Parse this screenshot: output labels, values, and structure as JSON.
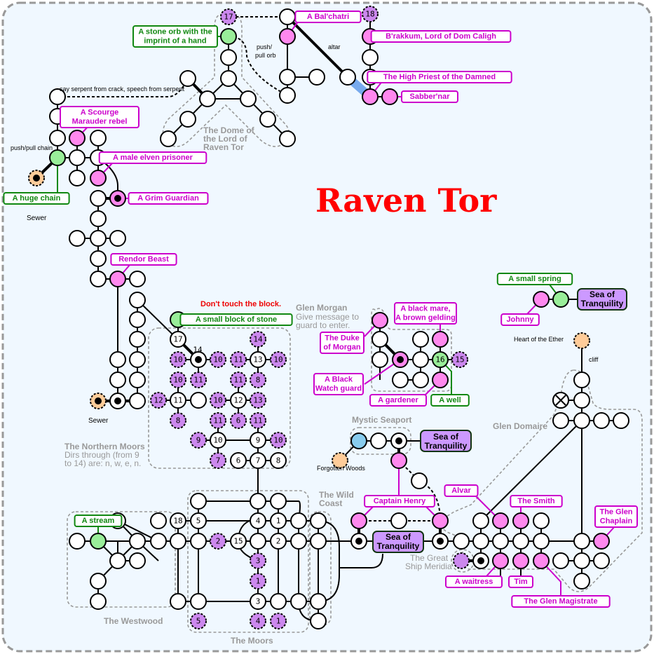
{
  "title": "Raven Tor",
  "warning": "Don't touch the block.",
  "zones": {
    "dome": [
      "The Dome of",
      "the Lord of",
      "Raven Tor"
    ],
    "glen_morgan": {
      "name": "Glen Morgan",
      "note": [
        "Give message to",
        "guard to enter."
      ]
    },
    "mystic_seaport": "Mystic Seaport",
    "northern_moors": {
      "name": "The Northern Moors",
      "note1": "Dirs through (from 9",
      "note2": "to 14) are: n, w, e, n."
    },
    "westwood": "The Westwood",
    "moors": "The Moors",
    "wild_coast": [
      "The Wild",
      "Coast"
    ],
    "great_ship": [
      "The Great",
      "Ship Meridia"
    ],
    "glen_domaire": "Glen Domaire"
  },
  "places": {
    "sewer_top": "Sewer",
    "sewer_bottom": "Sewer",
    "forgotten_woods": "Forgotten Woods",
    "heart_ether": "Heart of the Ether"
  },
  "actions": {
    "serpent": "say serpent from crack, speech from serpent",
    "chain": "push/pull chain",
    "orb1": "push/",
    "orb2": "pull orb",
    "altar": "altar",
    "cliff": "cliff"
  },
  "npcs": {
    "scourge": [
      "A Scourge",
      "Marauder rebel"
    ],
    "elven": "A male elven prisoner",
    "grim": "A Grim Guardian",
    "balchatri": "A Bal'chatri",
    "brakkum": "B'rakkum, Lord of Dom Caligh",
    "high_priest": "The High Priest of the Damned",
    "sabbernar": "Sabber'nar",
    "rendor": "Rendor Beast",
    "duke": [
      "The Duke",
      "of Morgan"
    ],
    "mare": [
      "A black mare,",
      "A brown gelding"
    ],
    "black_watch": [
      "A Black",
      "Watch guard"
    ],
    "gardener": "A gardener",
    "johnny": "Johnny",
    "captain": "Captain Henry",
    "alvar": "Alvar",
    "smith": "The Smith",
    "chaplain": [
      "The Glen",
      "Chaplain"
    ],
    "waitress": "A waitress",
    "tim": "Tim",
    "magistrate": "The Glen Magistrate"
  },
  "items": {
    "orb": [
      "A stone orb with the",
      "imprint of a hand"
    ],
    "chain": "A huge chain",
    "block": "A small block of stone",
    "well": "A well",
    "spring": "A small spring",
    "stream": "A stream"
  },
  "sea": [
    "Sea of",
    "Tranquility"
  ],
  "room_numbers": {
    "n17a": "17",
    "n18a": "18",
    "n17": "17",
    "n14": "14",
    "m10a": "10",
    "m10b": "10",
    "m11a": "11",
    "m14": "14",
    "m13": "13",
    "m11b": "11",
    "m10c": "10",
    "m8a": "8",
    "m10d": "10",
    "m11": "11",
    "m12a": "12",
    "m8b": "8",
    "m11c": "11",
    "m12": "12",
    "m10e": "10",
    "m13b": "13",
    "m6a": "6",
    "m11d": "11",
    "m7a": "7",
    "m9a": "9",
    "m10": "10",
    "m9": "9",
    "m11e": "11",
    "m10f": "10",
    "m6": "6",
    "m7": "7",
    "m8": "8",
    "g16": "16",
    "g15": "15",
    "w18": "18",
    "mo5": "5",
    "mo2a": "2",
    "mo4": "4",
    "mo1": "1",
    "mo15": "15",
    "mo2": "2",
    "mo3a": "3",
    "mo1a": "1",
    "mo3": "3",
    "mo5b": "5",
    "mo4b": "4",
    "mo1b": "1"
  }
}
